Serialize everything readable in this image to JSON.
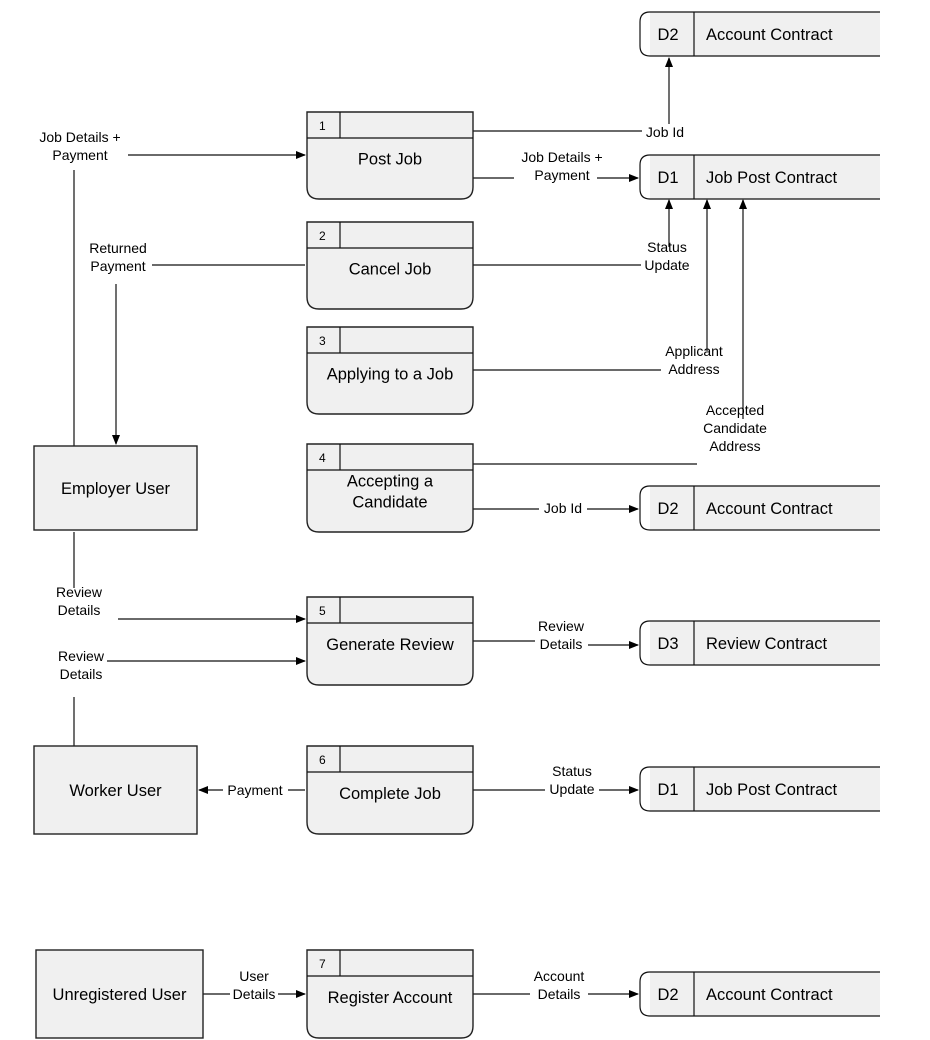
{
  "entities": {
    "employer": "Employer User",
    "worker": "Worker User",
    "unregistered": "Unregistered User"
  },
  "processes": [
    {
      "number": "1",
      "name": [
        "Post Job"
      ]
    },
    {
      "number": "2",
      "name": [
        "Cancel Job"
      ]
    },
    {
      "number": "3",
      "name": [
        "Applying to a Job"
      ]
    },
    {
      "number": "4",
      "name": [
        "Accepting a",
        "Candidate"
      ]
    },
    {
      "number": "5",
      "name": [
        "Generate Review"
      ]
    },
    {
      "number": "6",
      "name": [
        "Complete Job"
      ]
    },
    {
      "number": "7",
      "name": [
        "Register Account"
      ]
    }
  ],
  "stores": [
    {
      "id": "D2",
      "name": "Account Contract"
    },
    {
      "id": "D1",
      "name": "Job Post Contract"
    },
    {
      "id": "D2",
      "name": "Account Contract"
    },
    {
      "id": "D3",
      "name": "Review Contract"
    },
    {
      "id": "D1",
      "name": "Job Post Contract"
    },
    {
      "id": "D2",
      "name": "Account Contract"
    }
  ],
  "flows": {
    "job_details_payment_in": [
      "Job Details +",
      "Payment"
    ],
    "returned_payment": [
      "Returned",
      "Payment"
    ],
    "job_id_1": [
      "Job Id"
    ],
    "job_details_payment_d1": [
      "Job Details +",
      "Payment"
    ],
    "status_update_cancel": [
      "Status",
      "Update"
    ],
    "applicant_address": [
      "Applicant",
      "Address"
    ],
    "accepted_candidate_address": [
      "Accepted",
      "Candidate",
      "Address"
    ],
    "job_id_4": [
      "Job Id"
    ],
    "review_details_in_1": [
      "Review",
      "Details"
    ],
    "review_details_in_2": [
      "Review",
      "Details"
    ],
    "review_details_out": [
      "Review",
      "Details"
    ],
    "payment_to_worker": [
      "Payment"
    ],
    "status_update_complete": [
      "Status",
      "Update"
    ],
    "user_details": [
      "User",
      "Details"
    ],
    "account_details": [
      "Account",
      "Details"
    ]
  }
}
